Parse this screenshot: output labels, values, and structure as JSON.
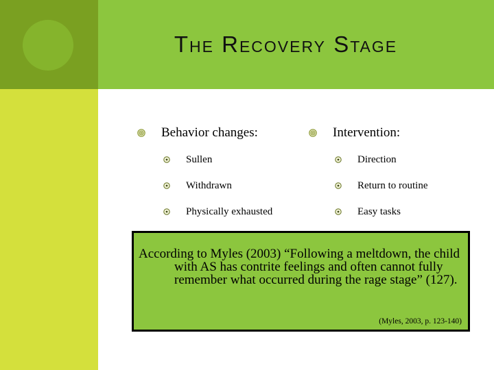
{
  "title": "The Recovery Stage",
  "columns": [
    {
      "heading": "Behavior changes:",
      "items": [
        "Sullen",
        "Withdrawn",
        "Physically exhausted"
      ]
    },
    {
      "heading": "Intervention:",
      "items": [
        "Direction",
        "Return to routine",
        "Easy tasks"
      ]
    }
  ],
  "quote": {
    "text": "According to Myles (2003) “Following a meltdown, the child with AS has contrite feelings and often cannot fully remember what occurred during the rage stage” (127).",
    "citation": "(Myles, 2003, p. 123-140)"
  },
  "icons": {
    "heading_bullet": "concentric-circles-bullet",
    "item_bullet": "target-dot-bullet"
  },
  "colors": {
    "title_band_green": "#8CC63E",
    "corner_square_olive": "#7AA021",
    "corner_circle_green": "#85B42C",
    "side_strip_yellow_green": "#D4E03C",
    "quote_box_fill": "#8CC63E",
    "quote_box_border": "#000000",
    "text": "#000000",
    "bullet_olive": "#8F9C3A"
  }
}
